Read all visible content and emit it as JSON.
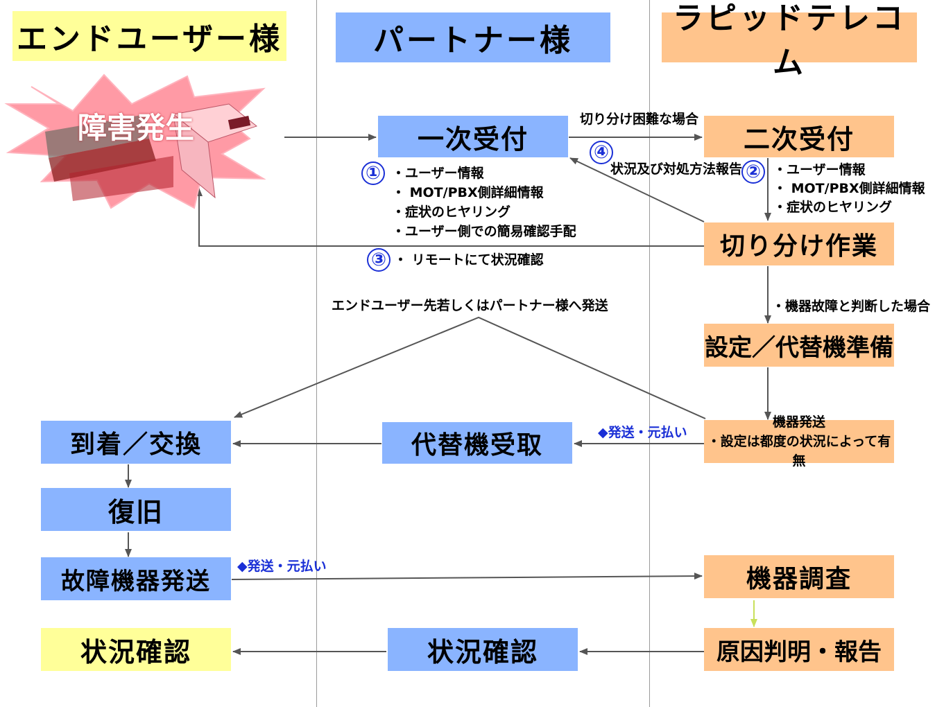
{
  "lanes": {
    "end_user": "エンドユーザー様",
    "partner": "パートナー様",
    "rapid": "ラピッドテレコム"
  },
  "nodes": {
    "incident": "障害発生",
    "first_reception": "一次受付",
    "second_reception": "二次受付",
    "isolation_work": "切り分け作業",
    "settings_prep": "設定／代替機準備",
    "device_shipping_title": "機器発送",
    "device_shipping_note": "・設定は都度の状況によって有無",
    "replacement_receipt": "代替機受取",
    "arrival_exchange": "到着／交換",
    "recovery": "復旧",
    "faulty_device_shipping": "故障機器発送",
    "device_investigation": "機器調査",
    "cause_report": "原因判明・報告",
    "status_check_partner": "状況確認",
    "status_check_user": "状況確認"
  },
  "labels": {
    "difficult_isolation": "切り分け困難な場合",
    "status_report": "状況及び対処方法報告",
    "first_items": [
      "・ユーザー情報",
      "・ MOT/PBX側詳細情報",
      "・症状のヒヤリング",
      "・ユーザー側での簡易確認手配"
    ],
    "second_items": [
      "・ユーザー情報",
      "・ MOT/PBX側詳細情報",
      "・症状のヒヤリング"
    ],
    "remote_check": "・ リモートにて状況確認",
    "equipment_failure": "・機器故障と判断した場合",
    "ship_destination": "エンドユーザー先若しくはパートナー様へ発送",
    "ship_prepaid_1": "◆発送・元払い",
    "ship_prepaid_2": "◆発送・元払い"
  },
  "step_numbers": [
    "①",
    "②",
    "③",
    "④"
  ],
  "colors": {
    "yellow": "#ffff99",
    "blue": "#8ab4ff",
    "orange": "#ffc48c",
    "number_blue": "#1a2fd6",
    "burst": "#ff9aa5"
  }
}
